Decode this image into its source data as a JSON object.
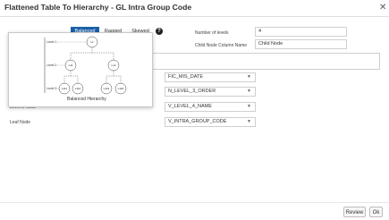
{
  "dialog": {
    "title": "Flattened Table To Hierarchy - GL Intra Group Code"
  },
  "tabs": [
    {
      "label": "Balanced"
    },
    {
      "label": "Ragged"
    },
    {
      "label": "Skewed"
    }
  ],
  "settings": {
    "levels_label": "Number of levels",
    "levels_value": "4",
    "child_col_label": "Child Node Column Name",
    "child_col_value": "Child Node"
  },
  "rows": [
    {
      "label": "",
      "value": "FIC_MIS_DATE"
    },
    {
      "label": "",
      "value": "N_LEVEL_3_ORDER"
    },
    {
      "label": "Level 2 Node",
      "value": "V_LEVEL_4_NAME"
    },
    {
      "label": "Leaf Node",
      "value": "V_INTRA_GROUP_CODE"
    }
  ],
  "hierarchy_popup": {
    "caption": "Balanced Hierarchy",
    "levels": [
      "Level 1",
      "Level 2",
      "Level 3"
    ],
    "nodes": {
      "root": "L1",
      "l2": [
        "L11",
        "L12"
      ],
      "l3": [
        "L111",
        "L112",
        "L121",
        "L122"
      ]
    }
  },
  "footer": {
    "review": "Review",
    "ok": "Ok"
  }
}
